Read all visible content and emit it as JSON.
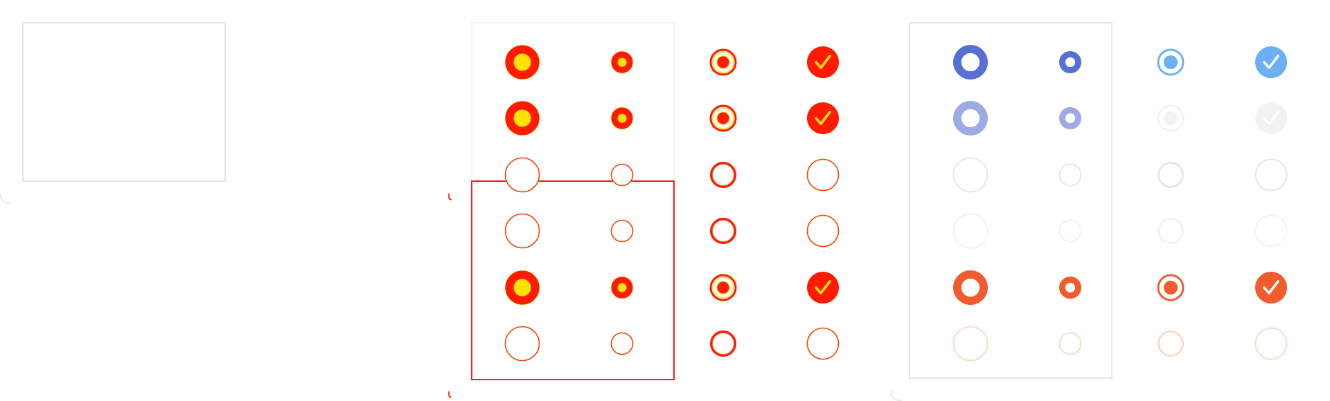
{
  "colors": {
    "panel1_border": "#e6e6ea",
    "panel2_primary": "#ff1a00",
    "panel2_accent": "#ffe200",
    "panel2_outline": "#e84800",
    "panel2_box": "#ff1a1a",
    "panel3_blue": "#5670d6",
    "panel3_blue_disabled": "#9eaae3",
    "panel3_light_blue": "#6cb0f4",
    "panel3_gray": "#e5e5ea",
    "panel3_gray_light": "#f2f2f4",
    "panel3_orange": "#f25b2c",
    "panel3_orange_light": "#fbd9cc"
  },
  "panel2": {
    "rows": [
      [
        "radio-thick-checked",
        "radio-small-checked",
        "radio-dot-checked",
        "checkbox-checked"
      ],
      [
        "radio-thick-checked",
        "radio-small-checked",
        "radio-dot-checked",
        "checkbox-checked"
      ],
      [
        "radio-unchecked",
        "radio-small-unchecked",
        "radio-dot-unchecked",
        "checkbox-unchecked"
      ],
      [
        "radio-unchecked",
        "radio-small-unchecked",
        "radio-dot-unchecked",
        "checkbox-unchecked"
      ],
      [
        "radio-thick-checked",
        "radio-small-checked",
        "radio-dot-checked",
        "checkbox-checked"
      ],
      [
        "radio-unchecked",
        "radio-small-unchecked",
        "radio-dot-unchecked",
        "checkbox-unchecked"
      ]
    ]
  },
  "panel3": {
    "rows": [
      [
        "radio-thick-checked",
        "radio-small-checked",
        "radio-dot-checked",
        "checkbox-checked"
      ],
      [
        "radio-thick-checked-disabled",
        "radio-small-checked-disabled",
        "radio-dot-checked-disabled",
        "checkbox-checked-disabled"
      ],
      [
        "radio-unchecked",
        "radio-small-unchecked",
        "radio-dot-unchecked",
        "checkbox-unchecked"
      ],
      [
        "radio-unchecked-disabled",
        "radio-small-unchecked-disabled",
        "radio-dot-unchecked-disabled",
        "checkbox-unchecked-disabled"
      ],
      [
        "radio-thick-checked-error",
        "radio-small-checked-error",
        "radio-dot-checked-error",
        "checkbox-checked-error"
      ],
      [
        "radio-unchecked-error",
        "radio-small-unchecked-error",
        "radio-dot-unchecked-error",
        "checkbox-unchecked-error"
      ]
    ]
  }
}
